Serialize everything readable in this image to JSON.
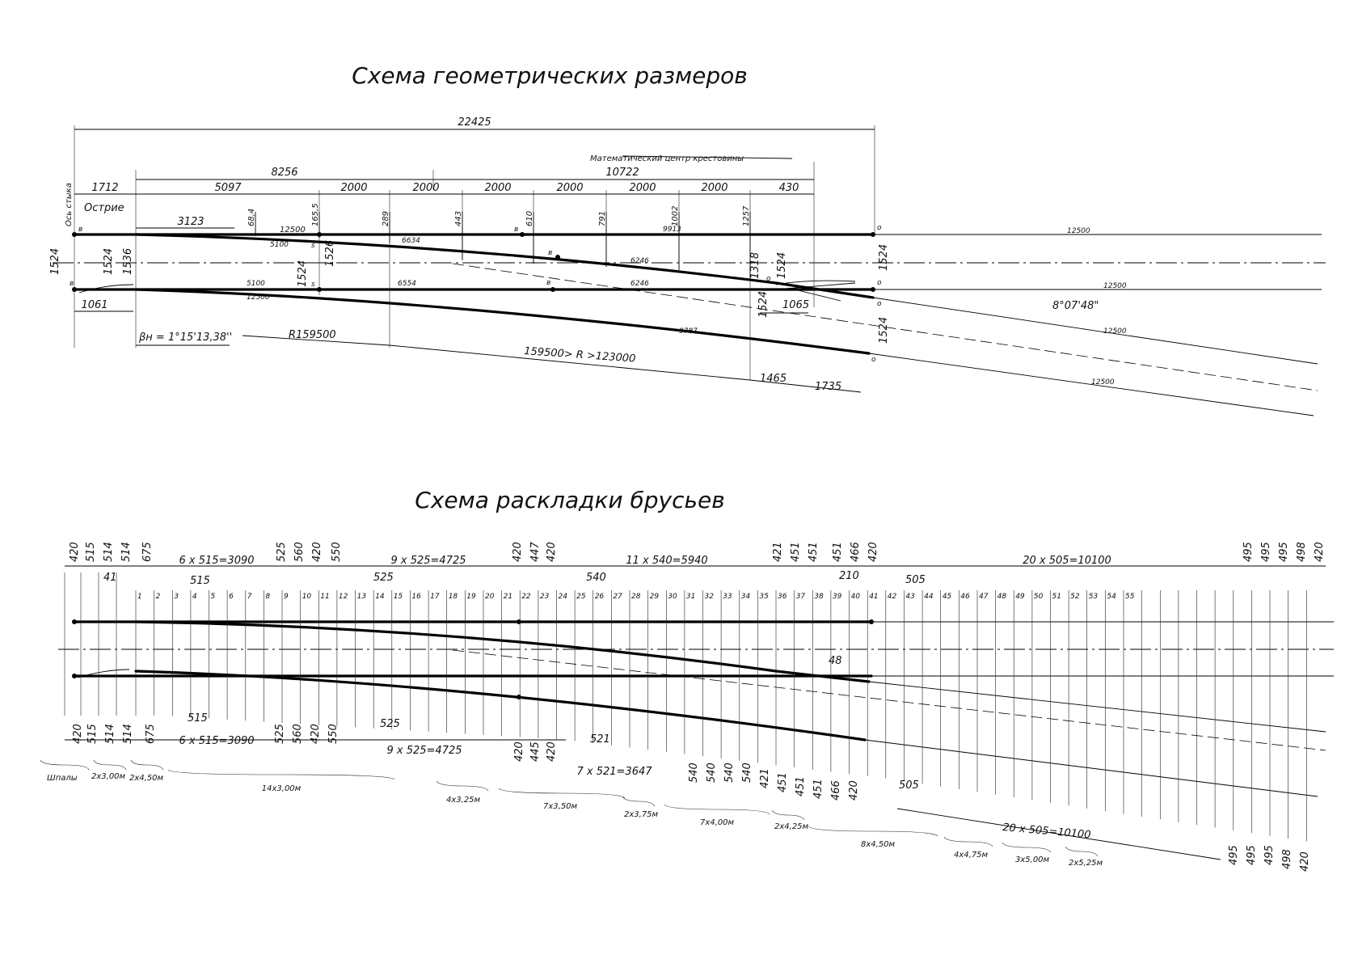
{
  "titles": {
    "geometry": "Схема геометрических размеров",
    "layout": "Схема раскладки брусьев"
  },
  "geometry": {
    "overall": "22425",
    "seg_8256": "8256",
    "math_center": "Математический центр крестовины",
    "seg_10722": "10722",
    "top_row": [
      "1712",
      "5097",
      "2000",
      "2000",
      "2000",
      "2000",
      "2000",
      "2000",
      "430"
    ],
    "joint_axis": "Ось стыка",
    "point": "Острие",
    "ordinates": [
      "68,4",
      "165,5",
      "289",
      "443",
      "610",
      "791",
      "1002",
      "1257"
    ],
    "d3123": "3123",
    "d12500a": "12500",
    "d5100a": "5100",
    "d6634": "6634",
    "d9913": "9913",
    "d6246a": "6246",
    "d5100b": "5100",
    "d6554": "6554",
    "d6246b": "6246",
    "d12500b": "12500",
    "d9787": "9787",
    "gauge_left": "1524",
    "g1524b": "1524",
    "g1536": "1536",
    "g1526": "1526",
    "g1524c": "1524",
    "g1318": "1318",
    "g1524d": "1524",
    "g1524e": "1524",
    "g1524f": "1524",
    "g1524g": "1524",
    "d1061": "1061",
    "d1065": "1065",
    "beta": "βн = 1°15'13,38''",
    "radius1": "R159500",
    "radius2": "159500> R >123000",
    "d1465": "1465",
    "d1735": "1735",
    "angle": "8°07'48\"",
    "tail": [
      "12500",
      "12500",
      "12500",
      "12500"
    ],
    "marks_b": [
      "в",
      "в",
      "в",
      "в",
      "в"
    ],
    "marks_s": [
      "s",
      "s"
    ],
    "marks_o": [
      "o",
      "o",
      "o",
      "o",
      "o"
    ]
  },
  "layout": {
    "top_groups": [
      "420",
      "515",
      "514",
      "514",
      "675",
      "6 x 515=3090",
      "525",
      "560",
      "420",
      "550",
      "9 x 525=4725",
      "420",
      "447",
      "420",
      "11 x 540=5940",
      "421",
      "451",
      "451",
      "451",
      "466",
      "420",
      "20 x 505=10100",
      "495",
      "495",
      "495",
      "498",
      "420"
    ],
    "top_sub": {
      "a": "41",
      "b": "515",
      "c": "525",
      "d": "540",
      "e": "210",
      "f": "505"
    },
    "ties": [
      "1",
      "2",
      "3",
      "4",
      "5",
      "6",
      "7",
      "8",
      "9",
      "10",
      "11",
      "12",
      "13",
      "14",
      "15",
      "16",
      "17",
      "18",
      "19",
      "20",
      "21",
      "22",
      "23",
      "24",
      "25",
      "26",
      "27",
      "28",
      "29",
      "30",
      "31",
      "32",
      "33",
      "34",
      "35",
      "36",
      "37",
      "38",
      "39",
      "40",
      "41",
      "42",
      "43",
      "44",
      "45",
      "46",
      "47",
      "48",
      "49",
      "50",
      "51",
      "52",
      "53",
      "54",
      "55"
    ],
    "gap48": "48",
    "bottom_left": [
      "420",
      "515",
      "514",
      "514",
      "675"
    ],
    "bottom_a": {
      "g515": "515",
      "g6x515": "6 x 515=3090",
      "g525": "525",
      "g560": "560",
      "g420": "420",
      "g550": "550",
      "g525b": "525",
      "g9x525": "9 x 525=4725"
    },
    "bottom_b": {
      "g420": "420",
      "g445": "445",
      "g420b": "420",
      "g521": "521",
      "g7x521": "7 x 521=3647"
    },
    "bottom_c": [
      "540",
      "540",
      "540",
      "540",
      "421",
      "451",
      "451",
      "451",
      "466",
      "420"
    ],
    "g505": "505",
    "g20x505": "20 x 505=10100",
    "bottom_right": [
      "495",
      "495",
      "495",
      "498",
      "420"
    ],
    "groups": [
      "Шпалы",
      "2x3,00м",
      "2x4,50м",
      "14x3,00м",
      "4x3,25м",
      "7x3,50м",
      "2x3,75м",
      "7x4,00м",
      "2x4,25м",
      "8x4,50м",
      "4x4,75м",
      "3x5,00м",
      "2x5,25м"
    ]
  }
}
